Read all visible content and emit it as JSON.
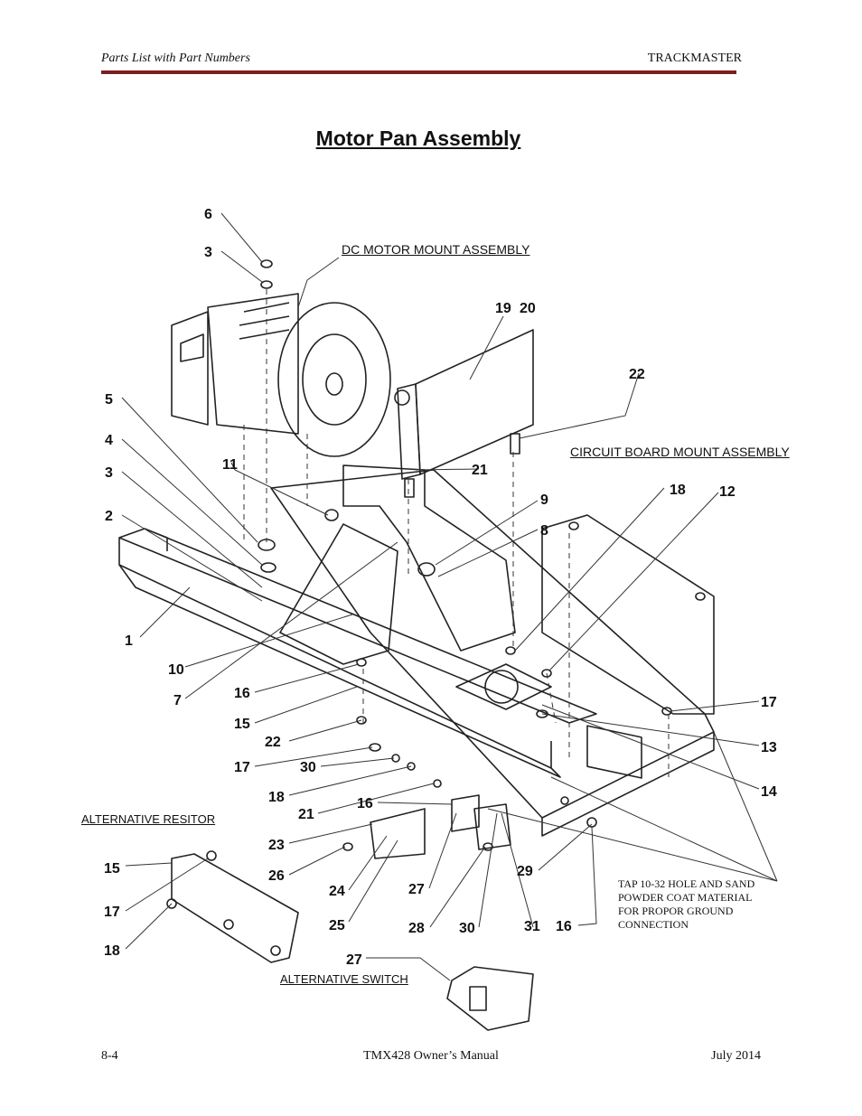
{
  "header": {
    "left": "Parts List with Part Numbers",
    "right": "TRACKMASTER"
  },
  "title": "Motor Pan Assembly",
  "callouts": {
    "dc_motor": "DC MOTOR MOUNT ASSEMBLY",
    "circuit_board": "CIRCUIT BOARD MOUNT ASSEMBLY",
    "alt_resistor": "ALTERNATIVE RESITOR",
    "alt_switch": "ALTERNATIVE SWITCH"
  },
  "note_lines": [
    "TAP 10-32 HOLE AND SAND",
    "POWDER COAT MATERIAL",
    "FOR PROPOR GROUND",
    "CONNECTION"
  ],
  "part_labels": [
    "6",
    "3",
    "19",
    "20",
    "22",
    "5",
    "4",
    "11",
    "21",
    "3",
    "9",
    "18",
    "12",
    "2",
    "8",
    "1",
    "10",
    "7",
    "16",
    "15",
    "22",
    "17",
    "13",
    "17",
    "30",
    "14",
    "18",
    "21",
    "16",
    "29",
    "23",
    "26",
    "24",
    "27",
    "25",
    "28",
    "30",
    "31",
    "16",
    "15",
    "17",
    "18",
    "27"
  ],
  "footer": {
    "left": "8-4",
    "center": "TMX428 Owner’s Manual",
    "right": "July 2014"
  },
  "colors": {
    "rule": "#7a1f1f"
  }
}
